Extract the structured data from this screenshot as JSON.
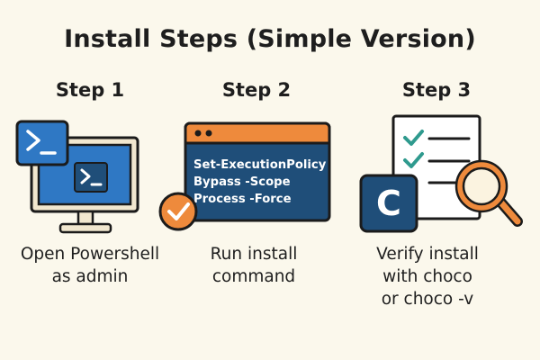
{
  "title": "Install Steps (Simple Version)",
  "steps": [
    {
      "heading": "Step 1",
      "caption_lines": [
        "Open Powershell",
        "as admin"
      ],
      "icon": "powershell-monitor-icon"
    },
    {
      "heading": "Step 2",
      "caption_lines": [
        "Run install",
        "command"
      ],
      "icon": "terminal-window-icon",
      "command_lines": [
        "Set-ExecutionPolicy",
        "Bypass -Scope",
        "Process -Force"
      ]
    },
    {
      "heading": "Step 3",
      "caption_lines": [
        "Verify install",
        "with choco",
        "or choco -v"
      ],
      "icon": "checklist-magnifier-icon",
      "logo_letter": "C"
    }
  ],
  "colors": {
    "background": "#fbf8ec",
    "navy": "#1f4e79",
    "blue": "#2f78c4",
    "orange": "#ee8a3c",
    "teal": "#2f9a8e"
  }
}
